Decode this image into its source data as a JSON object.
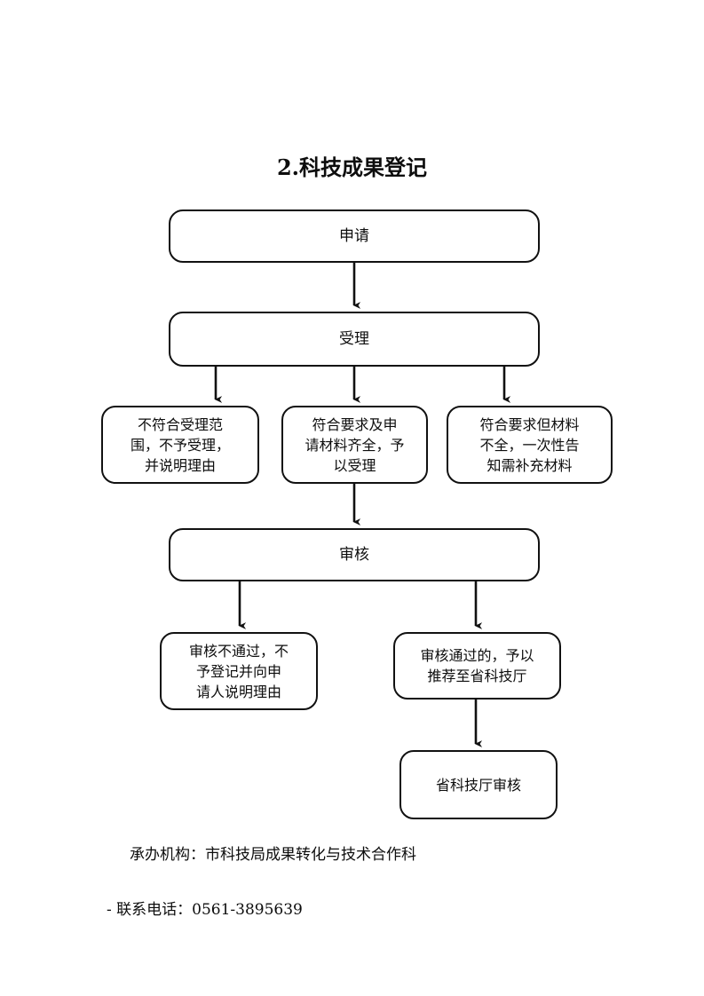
{
  "page": {
    "title": "2.科技成果登记",
    "background_color": "#ffffff",
    "ink_color": "#0d0d0d"
  },
  "flowchart": {
    "type": "flowchart",
    "orientation": "top-to-bottom",
    "nodes": [
      {
        "id": "apply",
        "label": "申请"
      },
      {
        "id": "accept",
        "label": "受理"
      },
      {
        "id": "reject",
        "label": "不符合受理范\n围，不予受理，\n并说明理由"
      },
      {
        "id": "qualified",
        "label": "符合要求及申\n请材料齐全，予\n以受理"
      },
      {
        "id": "incomplete",
        "label": "符合要求但材料\n不全，一次性告\n知需补充材料"
      },
      {
        "id": "review",
        "label": "审核"
      },
      {
        "id": "fail",
        "label": "审核不通过，不\n予登记并向申\n请人说明理由"
      },
      {
        "id": "pass",
        "label": "审核通过的，予以\n推荐至省科技厅"
      },
      {
        "id": "province",
        "label": "省科技厅审核"
      }
    ],
    "edges": [
      {
        "from": "apply",
        "to": "accept"
      },
      {
        "from": "accept",
        "to": "reject"
      },
      {
        "from": "accept",
        "to": "qualified"
      },
      {
        "from": "accept",
        "to": "incomplete"
      },
      {
        "from": "qualified",
        "to": "review"
      },
      {
        "from": "review",
        "to": "fail"
      },
      {
        "from": "review",
        "to": "pass"
      },
      {
        "from": "pass",
        "to": "province"
      }
    ]
  },
  "footer": {
    "organization": "承办机构：市科技局成果转化与技术合作科",
    "phone": "- 联系电话：0561-3895639"
  }
}
